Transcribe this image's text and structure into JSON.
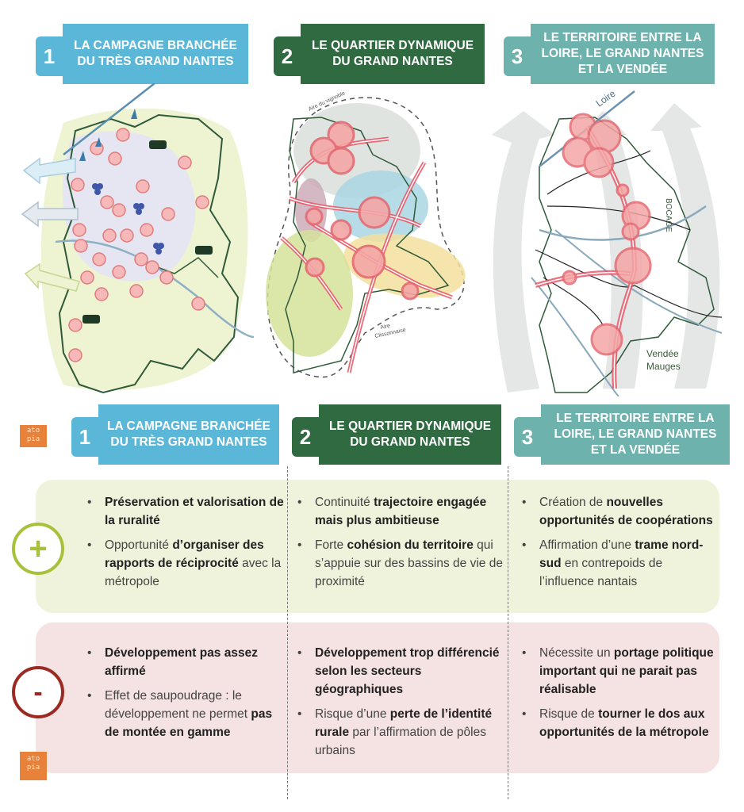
{
  "scenarios": [
    {
      "number": "1",
      "title": "LA CAMPAGNE BRANCHÉE DU TRÈS GRAND NANTES",
      "color": "#5ab7d8"
    },
    {
      "number": "2",
      "title": "LE QUARTIER DYNAMIQUE DU GRAND NANTES",
      "color": "#2f6a41"
    },
    {
      "number": "3",
      "title": "LE TERRITOIRE ENTRE LA LOIRE, LE GRAND NANTES ET LA VENDÉE",
      "color": "#6db2ac"
    }
  ],
  "maps": {
    "map2": {
      "label_top": "Aire du vignoble",
      "label_bottom_1": "Aire",
      "label_bottom_2": "Clissonnaise"
    },
    "map3": {
      "river": "Loire",
      "bocage": "BOCAGE",
      "region_1": "Vendée",
      "region_2": "Mauges"
    }
  },
  "logo": {
    "text_1": "ato",
    "text_2": "pia",
    "color": "#e8823b"
  },
  "plus": {
    "symbol": "+",
    "color": "#a7c13a",
    "columns": [
      [
        [
          {
            "t": "Préservation et valorisation de la ruralité",
            "b": true
          }
        ],
        [
          {
            "t": "Opportunité ",
            "b": false
          },
          {
            "t": "d’organiser des rapports de réciprocité",
            "b": true
          },
          {
            "t": " avec la métropole",
            "b": false
          }
        ]
      ],
      [
        [
          {
            "t": "Continuité ",
            "b": false
          },
          {
            "t": "trajectoire engagée mais plus ambitieuse",
            "b": true
          }
        ],
        [
          {
            "t": "Forte ",
            "b": false
          },
          {
            "t": "cohésion du territoire",
            "b": true
          },
          {
            "t": " qui s’appuie sur des bassins de vie de proximité",
            "b": false
          }
        ]
      ],
      [
        [
          {
            "t": "Création de ",
            "b": false
          },
          {
            "t": "nouvelles opportunités de coopérations",
            "b": true
          }
        ],
        [
          {
            "t": "Affirmation d’une ",
            "b": false
          },
          {
            "t": "trame nord-sud",
            "b": true
          },
          {
            "t": " en contrepoids de l’influence nantais",
            "b": false
          }
        ]
      ]
    ]
  },
  "minus": {
    "symbol": "-",
    "color": "#9a2a22",
    "columns": [
      [
        [
          {
            "t": "Développement pas assez affirmé",
            "b": true
          }
        ],
        [
          {
            "t": "Effet de saupoudrage : le développement ne permet ",
            "b": false
          },
          {
            "t": "pas de montée en gamme",
            "b": true
          }
        ]
      ],
      [
        [
          {
            "t": "Développement trop différencié selon les secteurs géographiques",
            "b": true
          }
        ],
        [
          {
            "t": "Risque d’une ",
            "b": false
          },
          {
            "t": "perte de l’identité rurale",
            "b": true
          },
          {
            "t": " par l’affirmation de pôles urbains",
            "b": false
          }
        ]
      ],
      [
        [
          {
            "t": "Nécessite un ",
            "b": false
          },
          {
            "t": "portage politique important qui ne parait pas réalisable",
            "b": true
          }
        ],
        [
          {
            "t": "Risque de ",
            "b": false
          },
          {
            "t": "tourner le dos aux opportunités de la métropole",
            "b": true
          }
        ]
      ]
    ]
  }
}
